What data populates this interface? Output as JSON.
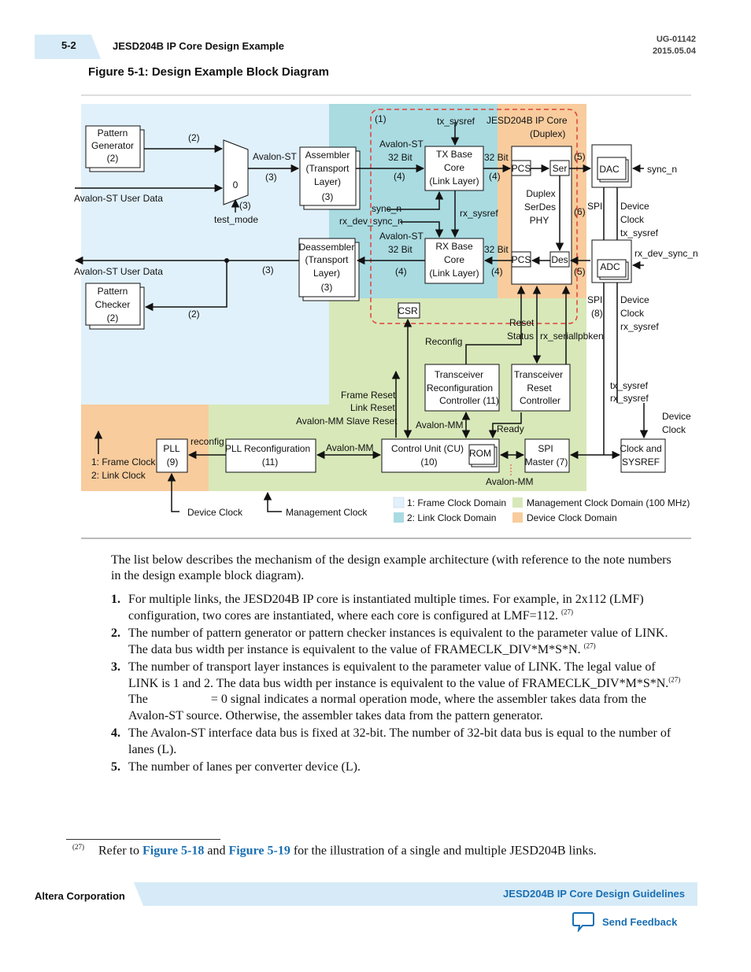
{
  "header": {
    "page_number": "5-2",
    "section_title": "JESD204B IP Core Design Example",
    "doc_id": "UG-01142",
    "doc_date": "2015.05.04"
  },
  "figure": {
    "title": "Figure 5-1: Design Example Block Diagram",
    "blocks": {
      "pattern_generator": [
        "Pattern",
        "Generator",
        "(2)"
      ],
      "pattern_checker": [
        "Pattern",
        "Checker",
        "(2)"
      ],
      "assembler": [
        "Assembler",
        "(Transport",
        "Layer)",
        "(3)"
      ],
      "deassembler": [
        "Deassembler",
        "(Transport",
        "Layer)",
        "(3)"
      ],
      "tx_base": [
        "TX Base",
        "Core",
        "(Link Layer)"
      ],
      "rx_base": [
        "RX Base",
        "Core",
        "(Link Layer)"
      ],
      "phy": [
        "Duplex",
        "SerDes",
        "PHY"
      ],
      "transceiver_reconfig": [
        "Transceiver",
        "Reconfiguration",
        "Controller (11)"
      ],
      "transceiver_reset": [
        "Transceiver",
        "Reset",
        "Controller"
      ],
      "pll": [
        "PLL",
        "(9)"
      ],
      "pll_reconfig": [
        "PLL Reconfiguration",
        "(11)"
      ],
      "control_unit": [
        "Control Unit (CU)",
        "(10)"
      ],
      "spi_master": [
        "SPI",
        "Master (7)"
      ],
      "clock_sysref": [
        "Clock and",
        "SYSREF"
      ],
      "pcs": "PCS",
      "ser": "Ser",
      "des": "Des",
      "dac": "DAC",
      "adc": "ADC",
      "csr": "CSR",
      "rom": "ROM",
      "mux_zero": "0"
    },
    "labels": {
      "note_1": "(1)",
      "tx_sysref": "tx_sysref",
      "ip_core": [
        "JESD204B IP Core",
        "(Duplex)"
      ],
      "n2a": "(2)",
      "n2b": "(2)",
      "n3a": "(3)",
      "n3b": "(3)",
      "n3c": "(3)",
      "n4a": "(4)",
      "n4b": "(4)",
      "n4c": "(4)",
      "n4d": "(4)",
      "n5a": "(5)",
      "n5b": "(5)",
      "n6": "(6)",
      "n8": "(8)",
      "avalon_st": "Avalon-ST",
      "avalon_st_32_tx": [
        "Avalon-ST",
        "32 Bit"
      ],
      "avalon_st_32_rx": [
        "Avalon-ST",
        "32 Bit"
      ],
      "bit32_tx": "32 Bit",
      "bit32_rx": "32 Bit",
      "user_data_in": "Avalon-ST User Data",
      "user_data_out": "Avalon-ST User Data",
      "test_mode": "test_mode",
      "sync_n_inner": "sync_n",
      "rx_dev_sync_n_inner": "rx_dev_sync_n",
      "rx_sysref": "rx_sysref",
      "sync_n_out": "sync_n",
      "rx_dev_sync_n_out": "rx_dev_sync_n",
      "spi_a": "SPI",
      "spi_b": "SPI",
      "dac_side": [
        "Device",
        "Clock",
        "tx_sysref"
      ],
      "adc_side": [
        "Device",
        "Clock",
        "rx_sysref"
      ],
      "reset_status": [
        "Reset",
        "Status"
      ],
      "rx_seriallpbken": "rx_seriallpbken",
      "reconfig_a": "Reconfig",
      "reconfig_b": "reconfig",
      "frame_reset": [
        "Frame Reset",
        "Link Reset",
        "Avalon-MM Slave Reset"
      ],
      "avalon_mm_a": "Avalon-MM",
      "avalon_mm_b": "Avalon-MM",
      "avalon_mm_c": "Avalon-MM",
      "ready": "Ready",
      "tx_rx_sysref": [
        "tx_sysref",
        "rx_sysref"
      ],
      "device_clock_right": [
        "Device",
        "Clock"
      ],
      "clock_legend": [
        "1: Frame Clock",
        "2: Link Clock"
      ],
      "device_clock_bottom": "Device Clock",
      "management_clock": "Management Clock"
    },
    "legend": [
      {
        "label": "1: Frame Clock Domain",
        "color": "#e1f1fb"
      },
      {
        "label": "2: Link Clock Domain",
        "color": "#a9dbe1"
      },
      {
        "label": "Management Clock Domain (100 MHz)",
        "color": "#d8e8b9"
      },
      {
        "label": "Device Clock Domain",
        "color": "#f8cc9d"
      }
    ]
  },
  "body": {
    "intro": "The list below describes the mechanism of the design example architecture (with reference to the note numbers in the design example block diagram).",
    "notes": [
      {
        "num": "1.",
        "text": "For multiple links, the JESD204B IP core is instantiated multiple times. For example, in 2x112 (LMF) configuration, two cores are instantiated, where each core is configured at LMF=112.",
        "ref": "(27)"
      },
      {
        "num": "2.",
        "text": "The number of pattern generator or pattern checker instances is equivalent to the parameter value of LINK. The data bus width per instance is equivalent to the value of FRAMECLK_DIV*M*S*N.",
        "ref": "(27)"
      },
      {
        "num": "3.",
        "text_a": "The number of transport layer instances is equivalent to the parameter value of LINK. The legal value of LINK is 1 and 2. The data bus width per instance is equivalent to the value of FRAMECLK_DIV*M*S*N.",
        "ref": "(27)",
        "text_b": "The",
        "text_c": "= 0 signal indicates a normal operation mode, where the assembler takes data from the Avalon-ST source. Otherwise, the assembler takes data from the pattern generator."
      },
      {
        "num": "4.",
        "text": "The Avalon-ST interface data bus is fixed at 32-bit. The number of 32-bit data bus is equal to the number of lanes (L)."
      },
      {
        "num": "5.",
        "text": "The number of lanes per converter device (L)."
      }
    ]
  },
  "footnote": {
    "ref": "(27)",
    "pre": "Refer to",
    "link1": "Figure 5-18",
    "mid": "and",
    "link2": "Figure 5-19",
    "post": "for the illustration of a single and multiple JESD204B links."
  },
  "footer": {
    "company": "Altera Corporation",
    "guide": "JESD204B IP Core Design Guidelines",
    "feedback": "Send Feedback"
  },
  "colors": {
    "frame_clock": "#e1f1fb",
    "link_clock": "#a9dbe1",
    "management_clock": "#d8e8b9",
    "device_clock": "#f8cc9d",
    "ip_core_outline": "#e0413a",
    "link_blue": "#1a6fb3"
  }
}
